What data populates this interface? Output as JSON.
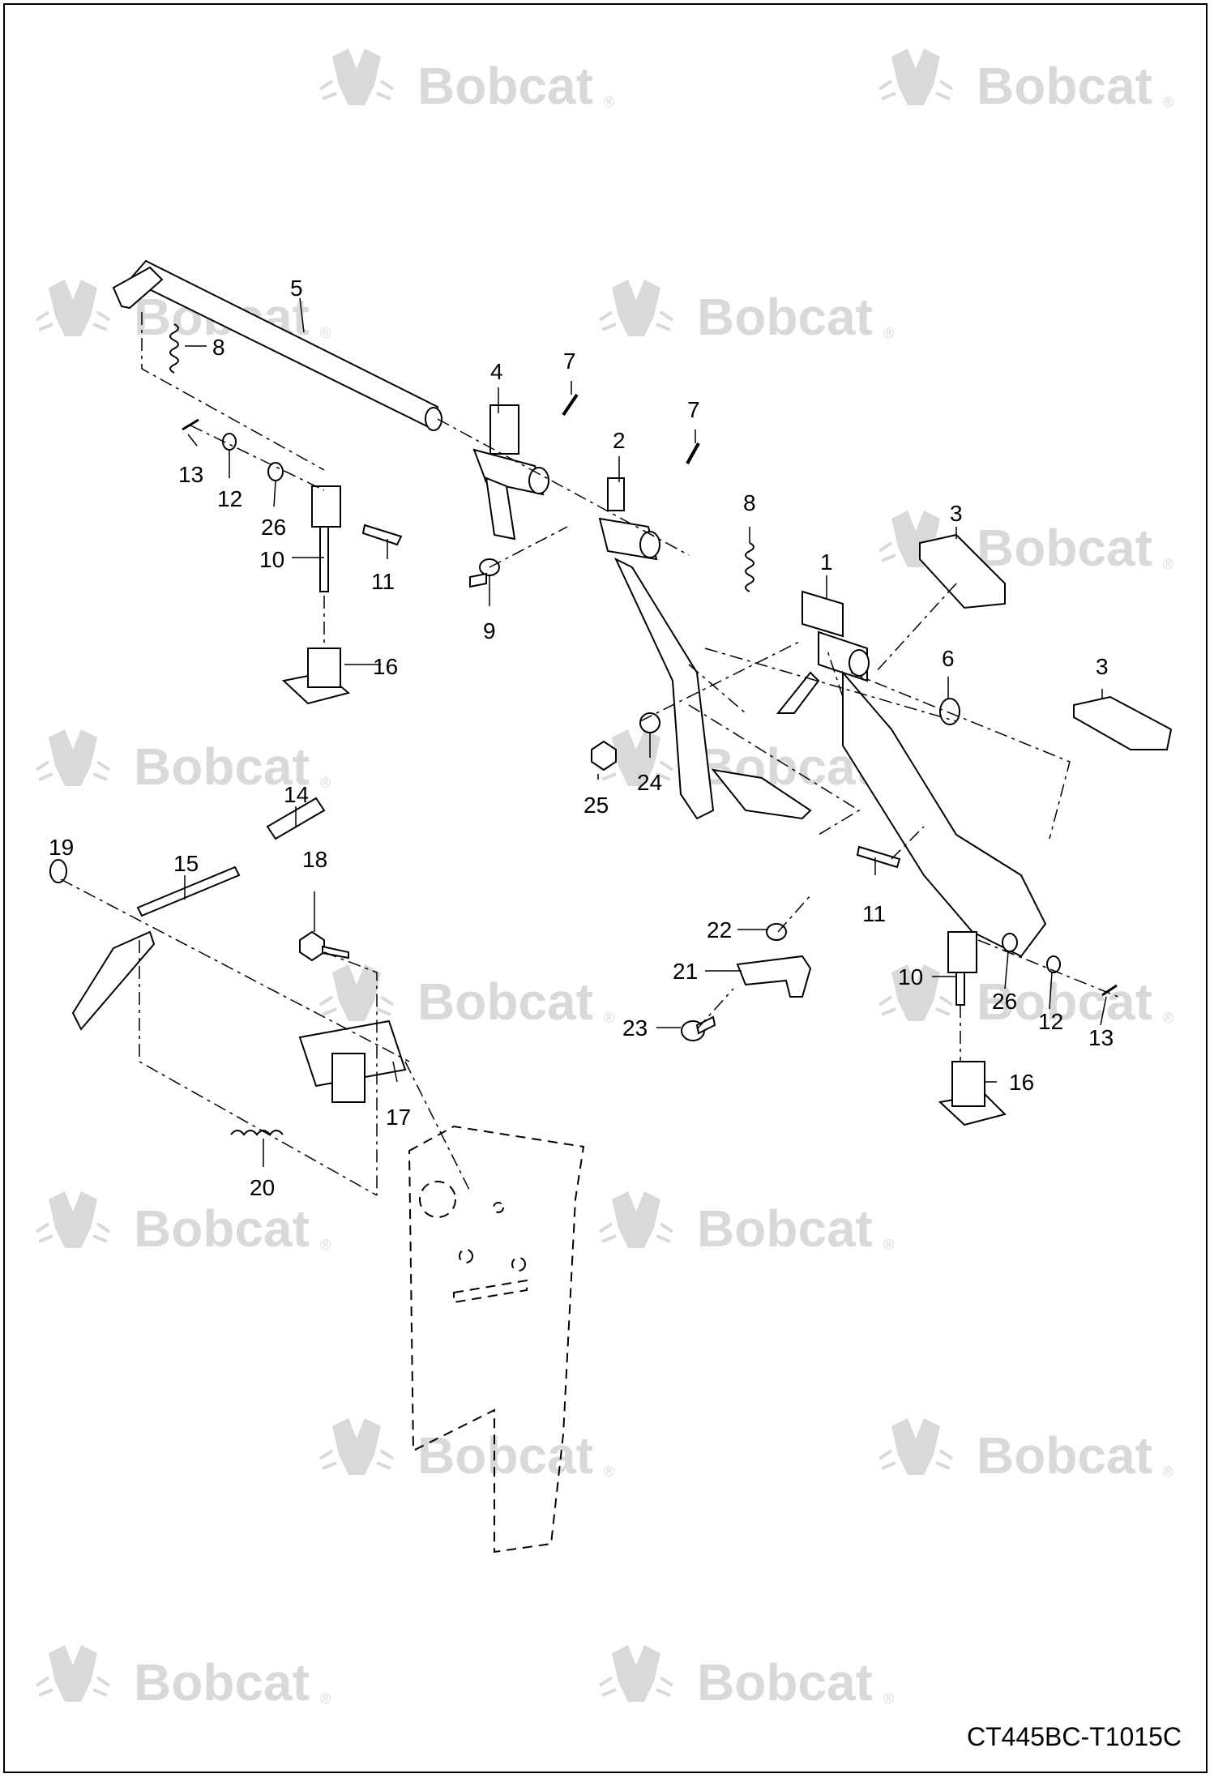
{
  "drawing_ref": "CT445BC-T1015C",
  "watermark": {
    "text": "Bobcat",
    "mark": "®"
  },
  "callouts": [
    {
      "id": "c5",
      "text": "5"
    },
    {
      "id": "c8a",
      "text": "8"
    },
    {
      "id": "c4",
      "text": "4"
    },
    {
      "id": "c7a",
      "text": "7"
    },
    {
      "id": "c7b",
      "text": "7"
    },
    {
      "id": "c2",
      "text": "2"
    },
    {
      "id": "c13a",
      "text": "13"
    },
    {
      "id": "c12a",
      "text": "12"
    },
    {
      "id": "c26a",
      "text": "26"
    },
    {
      "id": "c10a",
      "text": "10"
    },
    {
      "id": "c11a",
      "text": "11"
    },
    {
      "id": "c9",
      "text": "9"
    },
    {
      "id": "c8b",
      "text": "8"
    },
    {
      "id": "c1",
      "text": "1"
    },
    {
      "id": "c3a",
      "text": "3"
    },
    {
      "id": "c16a",
      "text": "16"
    },
    {
      "id": "c6",
      "text": "6"
    },
    {
      "id": "c3b",
      "text": "3"
    },
    {
      "id": "c24",
      "text": "24"
    },
    {
      "id": "c25",
      "text": "25"
    },
    {
      "id": "c14",
      "text": "14"
    },
    {
      "id": "c19",
      "text": "19"
    },
    {
      "id": "c15",
      "text": "15"
    },
    {
      "id": "c18",
      "text": "18"
    },
    {
      "id": "c11b",
      "text": "11"
    },
    {
      "id": "c22",
      "text": "22"
    },
    {
      "id": "c21",
      "text": "21"
    },
    {
      "id": "c10b",
      "text": "10"
    },
    {
      "id": "c26b",
      "text": "26"
    },
    {
      "id": "c12b",
      "text": "12"
    },
    {
      "id": "c13b",
      "text": "13"
    },
    {
      "id": "c23",
      "text": "23"
    },
    {
      "id": "c17",
      "text": "17"
    },
    {
      "id": "c16b",
      "text": "16"
    },
    {
      "id": "c20",
      "text": "20"
    }
  ]
}
